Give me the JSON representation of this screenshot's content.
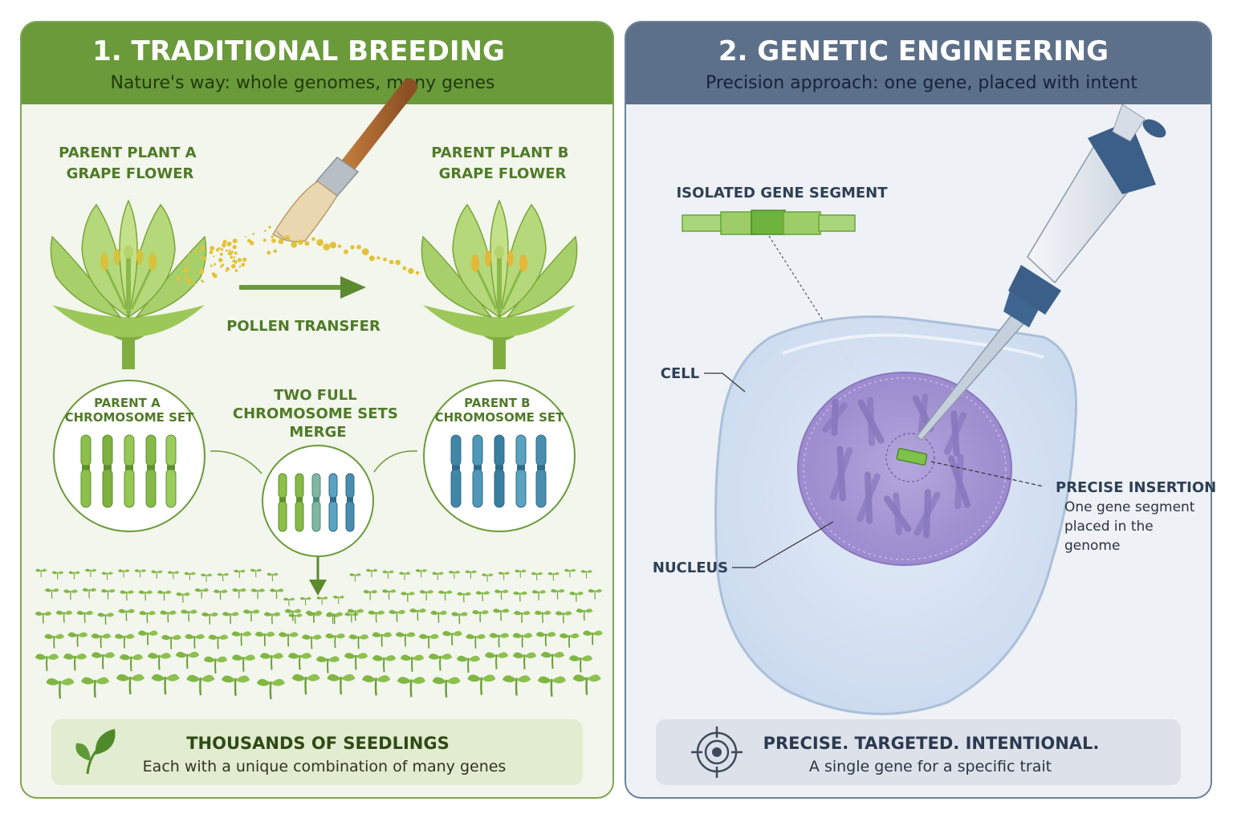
{
  "left_panel": {
    "title": "1. TRADITIONAL BREEDING",
    "subtitle": "Nature's way: whole genomes, many genes",
    "parent_a_label": [
      "PARENT PLANT A",
      "GRAPE FLOWER"
    ],
    "parent_b_label": [
      "PARENT PLANT B",
      "GRAPE FLOWER"
    ],
    "pollen_transfer": "POLLEN TRANSFER",
    "parent_a_chromosomes": [
      "PARENT A",
      "CHROMOSOME SET"
    ],
    "parent_b_chromosomes": [
      "PARENT B",
      "CHROMOSOME SET"
    ],
    "merge_label": [
      "TWO FULL",
      "CHROMOSOME SETS",
      "MERGE"
    ],
    "footer_title": "THOUSANDS OF SEEDLINGS",
    "footer_text": "Each with a unique combination of many genes",
    "footer_icon": "leaf-icon"
  },
  "right_panel": {
    "title": "2. GENETIC ENGINEERING",
    "subtitle": "Precision approach: one gene, placed with intent",
    "gene_segment_label": "ISOLATED GENE SEGMENT",
    "cell_label": "CELL",
    "nucleus_label": "NUCLEUS",
    "insertion_title": "PRECISE INSERTION",
    "insertion_text": [
      "One gene segment",
      "placed in the",
      "genome"
    ],
    "footer_title": "PRECISE. TARGETED. INTENTIONAL.",
    "footer_text": "A single gene for a specific trait",
    "footer_icon": "crosshair-target-icon"
  },
  "colors": {
    "left_header": "#6a9a3a",
    "left_bg": "#f3f6ec",
    "right_header": "#5c708a",
    "right_bg": "#eef1f5",
    "plant_green": "#8fbf4c",
    "chromosome_blue": "#3f86a8",
    "nucleus_purple": "#a08fd0",
    "pollen_yellow": "#e3c23a"
  }
}
